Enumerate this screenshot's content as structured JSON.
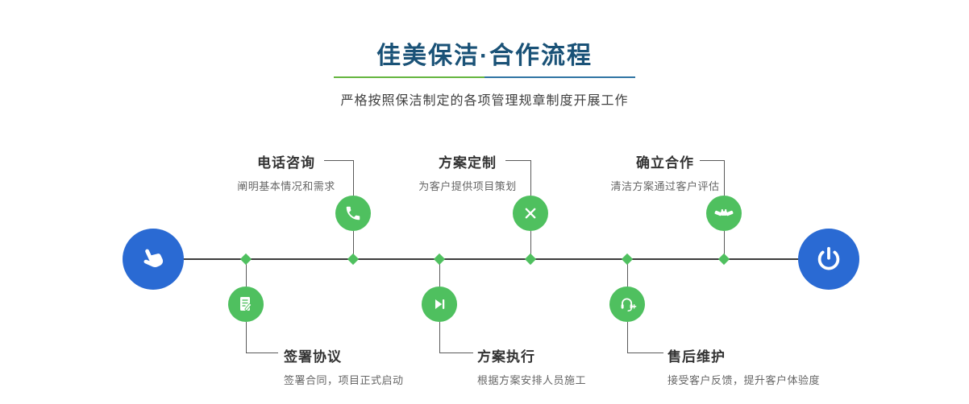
{
  "header": {
    "title": "佳美保洁·合作流程",
    "subtitle": "严格按照保洁制定的各项管理规章制度开展工作"
  },
  "timeline": {
    "start_icon": "hand-pointer-icon",
    "end_icon": "power-icon",
    "steps_top": [
      {
        "label": "电话咨询",
        "desc": "阐明基本情况和需求",
        "icon": "phone-icon"
      },
      {
        "label": "方案定制",
        "desc": "为客户提供项目策划",
        "icon": "pencil-tools-icon"
      },
      {
        "label": "确立合作",
        "desc": "清洁方案通过客户评估",
        "icon": "handshake-icon"
      }
    ],
    "steps_bottom": [
      {
        "label": "签署协议",
        "desc": "签署合同，项目正式启动",
        "icon": "document-pen-icon"
      },
      {
        "label": "方案执行",
        "desc": "根据方案安排人员施工",
        "icon": "play-next-icon"
      },
      {
        "label": "售后维护",
        "desc": "接受客户反馈，提升客户体验度",
        "icon": "headset-plus-icon"
      }
    ]
  },
  "colors": {
    "accent_blue": "#2a6ad3",
    "accent_green": "#4fc05f",
    "title_color": "#1a5277",
    "divider_green": "#64b53e",
    "divider_blue": "#2f74a3",
    "line_color": "#3c3c3c"
  }
}
